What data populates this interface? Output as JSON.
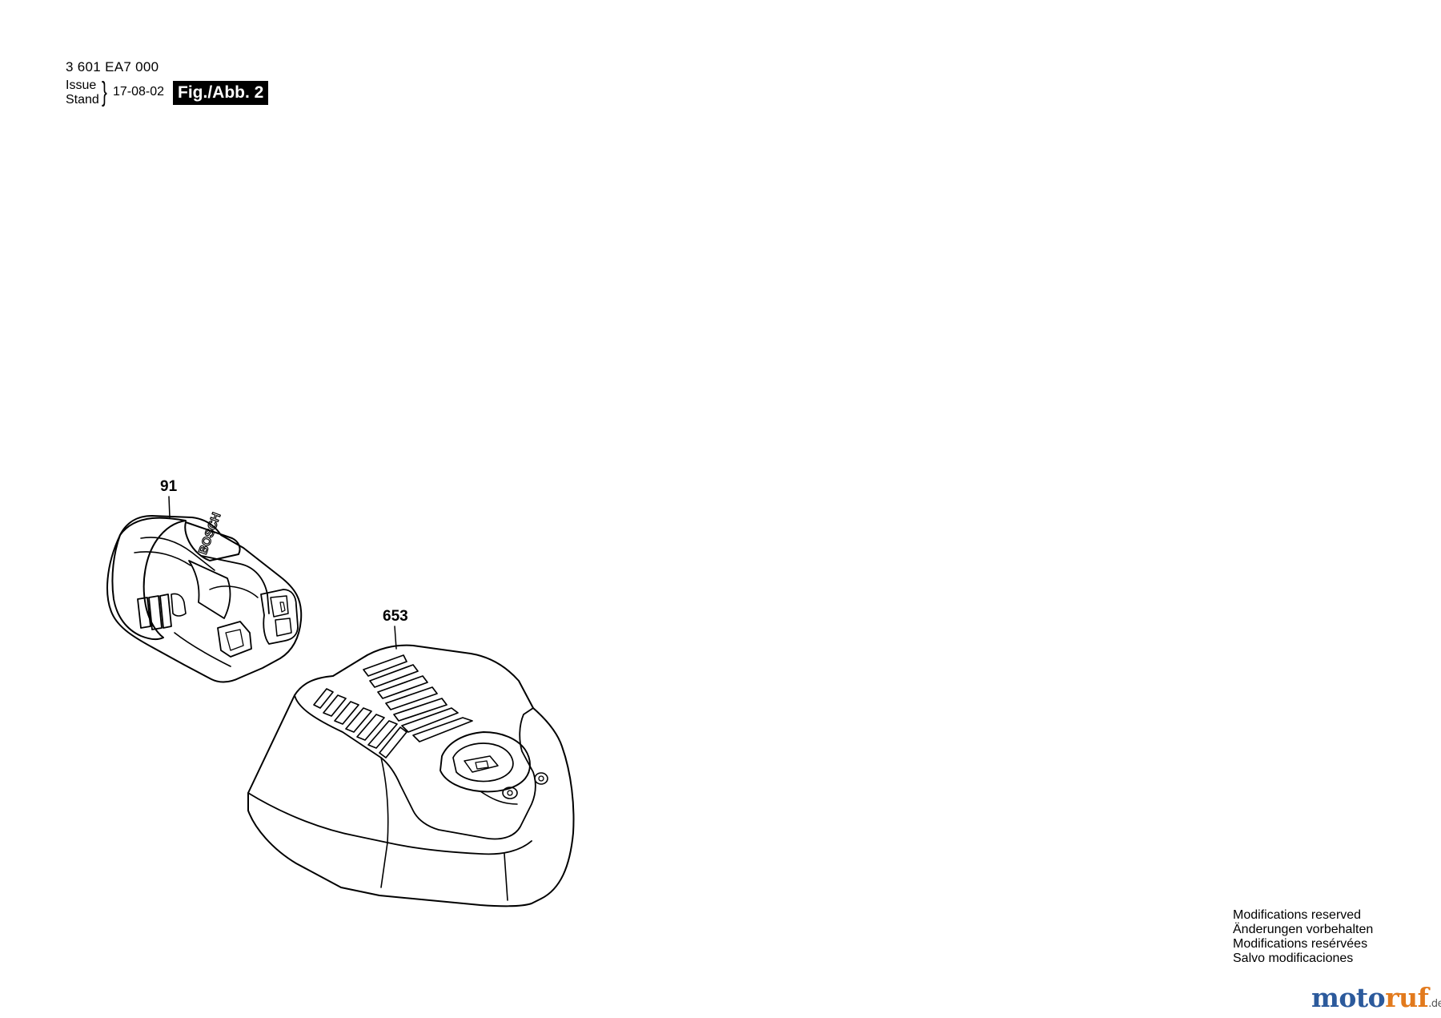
{
  "header": {
    "part_number": "3 601 EA7 000",
    "issue_label_en": "Issue",
    "issue_label_de": "Stand",
    "issue_brace": "}",
    "issue_date": "17-08-02",
    "figure_label": "Fig./Abb. 2"
  },
  "callouts": {
    "battery": "91",
    "charger": "653"
  },
  "battery_logo_text": "BOSCH",
  "modifications_notice": [
    "Modifications reserved",
    "Änderungen vorbehalten",
    "Modifications resérvées",
    "Salvo modificaciones"
  ],
  "watermark": {
    "part1": "moto",
    "part2": "ruf",
    "tld": ".de"
  },
  "colors": {
    "line": "#000000",
    "background": "#ffffff",
    "watermark_blue": "#2c5a9c",
    "watermark_orange": "#e27a1d"
  }
}
